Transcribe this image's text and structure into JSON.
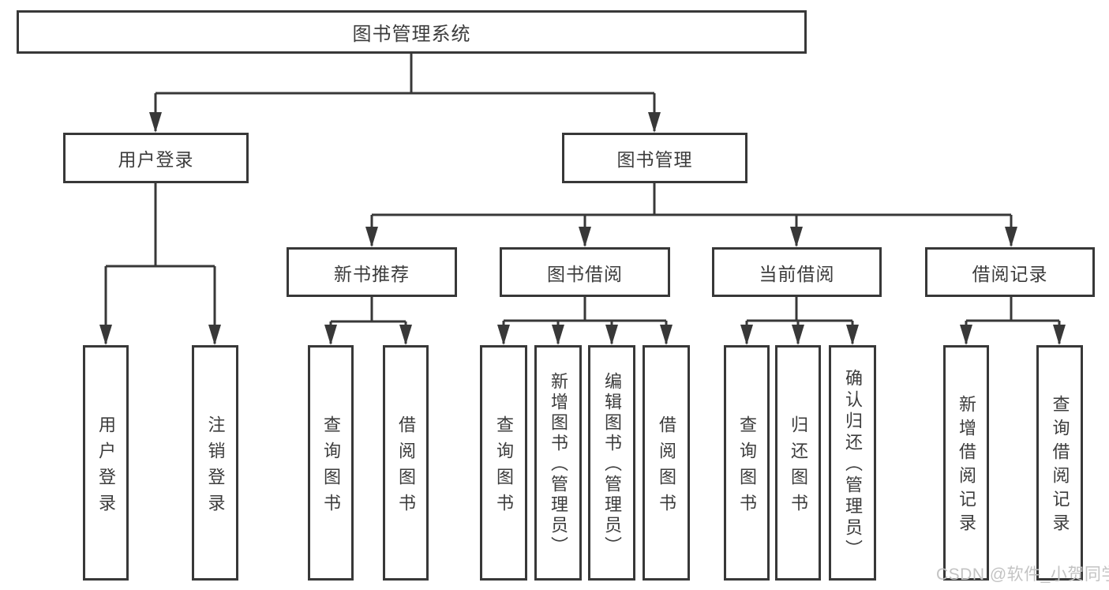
{
  "diagram": {
    "title": "图书管理系统",
    "level2": {
      "user_login": {
        "label": "用户登录"
      },
      "book_mgmt": {
        "label": "图书管理"
      }
    },
    "level3": {
      "new_book_rec": {
        "label": "新书推荐"
      },
      "book_borrow": {
        "label": "图书借阅"
      },
      "current_borrow": {
        "label": "当前借阅"
      },
      "borrow_record": {
        "label": "借阅记录"
      }
    },
    "leaves": {
      "user_login": [
        "用户登录",
        "注销登录"
      ],
      "new_book_rec": [
        "查询图书",
        "借阅图书"
      ],
      "book_borrow": [
        "查询图书",
        "新增图书（管理员）",
        "编辑图书（管理员）",
        "借阅图书"
      ],
      "current_borrow": [
        "查询图书",
        "归还图书",
        "确认归还（管理员）"
      ],
      "borrow_record": [
        "新增借阅记录",
        "查询借阅记录"
      ]
    }
  },
  "watermark": {
    "text": "CSDN @软件_小贺同学"
  },
  "colors": {
    "line": "#383838",
    "text": "#3c3c3c",
    "watermark": "#c3c3c3",
    "background": "#ffffff"
  }
}
